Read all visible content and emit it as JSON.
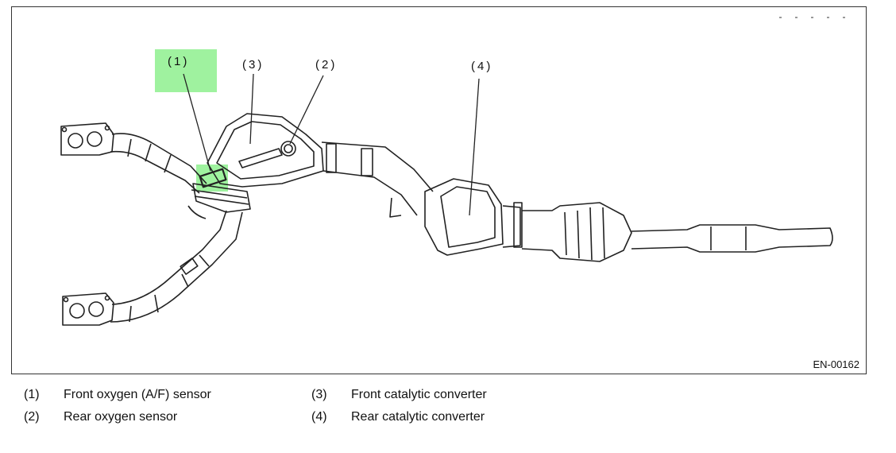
{
  "diagram": {
    "callouts": [
      {
        "id": "c1",
        "label": "(1)"
      },
      {
        "id": "c2",
        "label": "(2)"
      },
      {
        "id": "c3",
        "label": "(3)"
      },
      {
        "id": "c4",
        "label": "(4)"
      }
    ],
    "figure_id": "EN-00162",
    "highlight_color": "#8ef08e"
  },
  "legend": {
    "items": [
      {
        "num": "(1)",
        "text": "Front oxygen (A/F) sensor"
      },
      {
        "num": "(2)",
        "text": "Rear oxygen sensor"
      },
      {
        "num": "(3)",
        "text": "Front catalytic converter"
      },
      {
        "num": "(4)",
        "text": "Rear catalytic converter"
      }
    ]
  }
}
